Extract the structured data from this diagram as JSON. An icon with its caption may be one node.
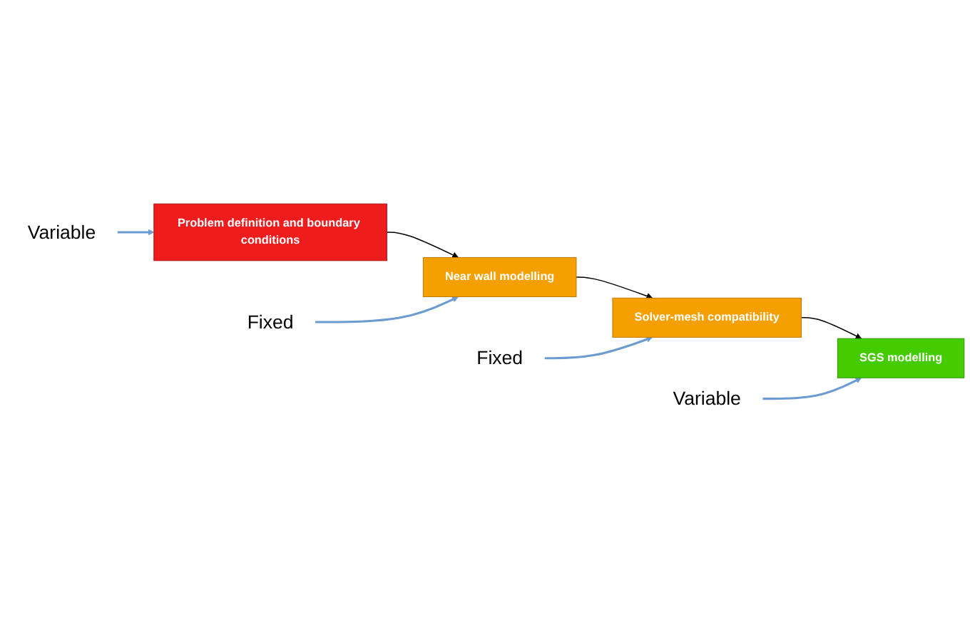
{
  "diagram": {
    "nodes": [
      {
        "text": [
          "Variable"
        ]
      },
      {
        "text": [
          "Problem definition and boundary conditions"
        ]
      },
      {
        "text": [
          "Fixed"
        ]
      },
      {
        "text": [
          "Near wall modelling"
        ]
      },
      {
        "text": [
          "Fixed"
        ]
      },
      {
        "text": [
          "Solver-mesh compatibility"
        ]
      },
      {
        "text": [
          "Variable"
        ]
      },
      {
        "text": [
          "SGS modelling"
        ]
      }
    ],
    "edges": [
      {
        "from": 0,
        "to": 1,
        "arrow": "to"
      },
      {
        "from": 1,
        "to": 3,
        "arrow": "to",
        "color": "#000000"
      },
      {
        "from": 2,
        "to": 3,
        "arrow": "to"
      },
      {
        "from": 3,
        "to": 5,
        "arrow": "to",
        "color": "#000000"
      },
      {
        "from": 4,
        "to": 5,
        "arrow": "to"
      },
      {
        "from": 5,
        "to": 7,
        "arrow": "to",
        "color": "#000000"
      },
      {
        "from": 6,
        "to": 7,
        "arrow": "to"
      }
    ]
  }
}
